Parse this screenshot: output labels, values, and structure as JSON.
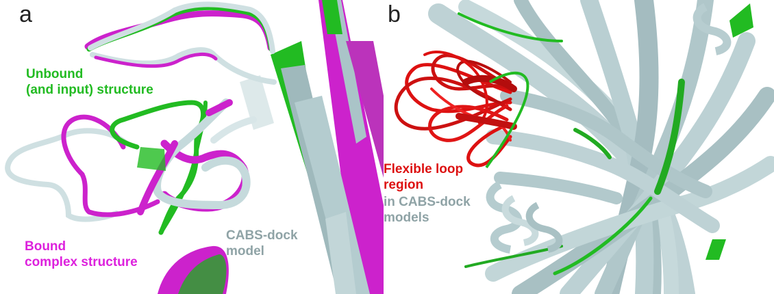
{
  "panel_a": {
    "letter": "a",
    "label_unbound_line1": "Unbound",
    "label_unbound_line2": "(and input) structure",
    "label_bound_line1": "Bound",
    "label_bound_line2": "complex structure",
    "label_model_line1": "CABS-dock",
    "label_model_line2": "model"
  },
  "panel_b": {
    "letter": "b",
    "label_loop_line1": "Flexible loop",
    "label_loop_line2": "region",
    "label_models_line1": "in CABS-dock",
    "label_models_line2": "models"
  },
  "colors": {
    "unbound": "#22bb22",
    "bound": "#dd22dd",
    "model": "#b8d4d8",
    "loop": "#dd1111",
    "model_label": "#8fa3a6"
  }
}
